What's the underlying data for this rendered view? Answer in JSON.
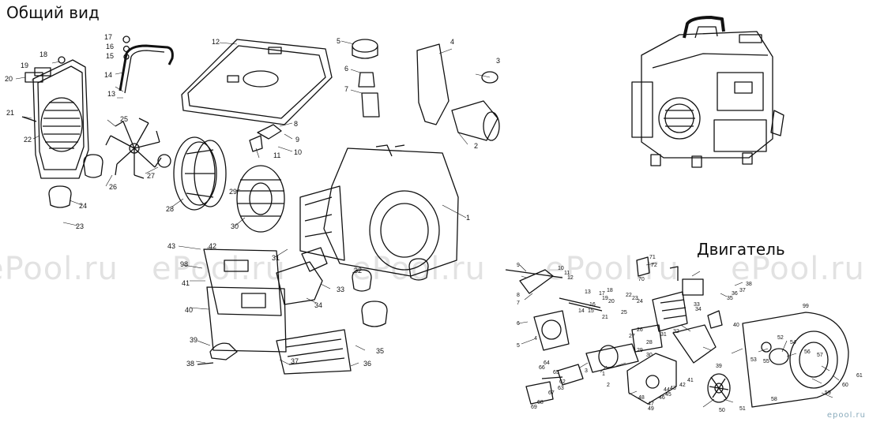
{
  "titles": {
    "general": "Общий вид",
    "engine": "Двигатель"
  },
  "watermark": "ePool.ru",
  "logo": "epool.ru",
  "general_callouts": [
    "1",
    "2",
    "3",
    "4",
    "5",
    "6",
    "7",
    "8",
    "9",
    "10",
    "11",
    "12",
    "13",
    "14",
    "15",
    "16",
    "17",
    "18",
    "19",
    "20",
    "21",
    "22",
    "23",
    "24",
    "25",
    "26",
    "27",
    "28",
    "29",
    "30",
    "31",
    "32",
    "33",
    "34",
    "35",
    "36",
    "37",
    "38",
    "39",
    "40",
    "41",
    "42",
    "43",
    "98"
  ],
  "engine_callouts": [
    "1",
    "2",
    "3",
    "4",
    "5",
    "6",
    "7",
    "8",
    "9",
    "10",
    "11",
    "12",
    "13",
    "14",
    "15",
    "16",
    "17",
    "18",
    "19",
    "20",
    "21",
    "22",
    "23",
    "24",
    "25",
    "26",
    "27",
    "28",
    "29",
    "30",
    "31",
    "32",
    "33",
    "34",
    "35",
    "36",
    "37",
    "38",
    "39",
    "40",
    "41",
    "42",
    "43",
    "44",
    "45",
    "46",
    "47",
    "48",
    "49",
    "50",
    "51",
    "52",
    "53",
    "54",
    "55",
    "56",
    "57",
    "58",
    "59",
    "60",
    "61",
    "62",
    "63",
    "64",
    "65",
    "66",
    "67",
    "68",
    "69",
    "70",
    "71",
    "72",
    "99"
  ]
}
